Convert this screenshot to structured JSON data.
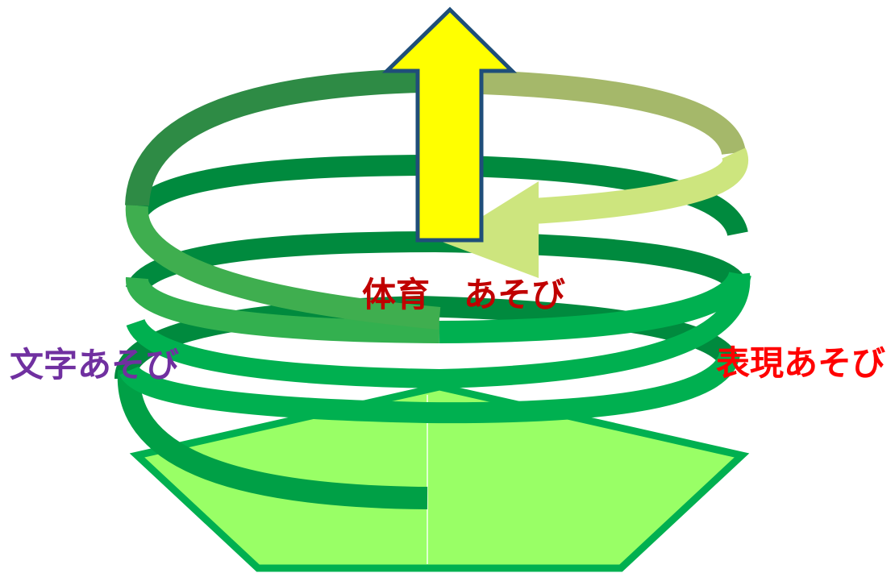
{
  "labels": {
    "center": "体育　あそび",
    "left": "文字あそび",
    "right": "表現あそび"
  },
  "colors": {
    "center_label": "#c00000",
    "left_label": "#7030a0",
    "right_label": "#ff0000",
    "arrow_fill": "#ffff00",
    "arrow_stroke": "#1f4e79",
    "pentagon_fill": "#99ff66",
    "pentagon_stroke": "#00b050",
    "coil_dark": "#008a3e",
    "coil_mid": "#00b050",
    "coil_deep": "#2e8b45",
    "coil_pale": "#a5b86a",
    "coil_light": "#cde57e"
  }
}
